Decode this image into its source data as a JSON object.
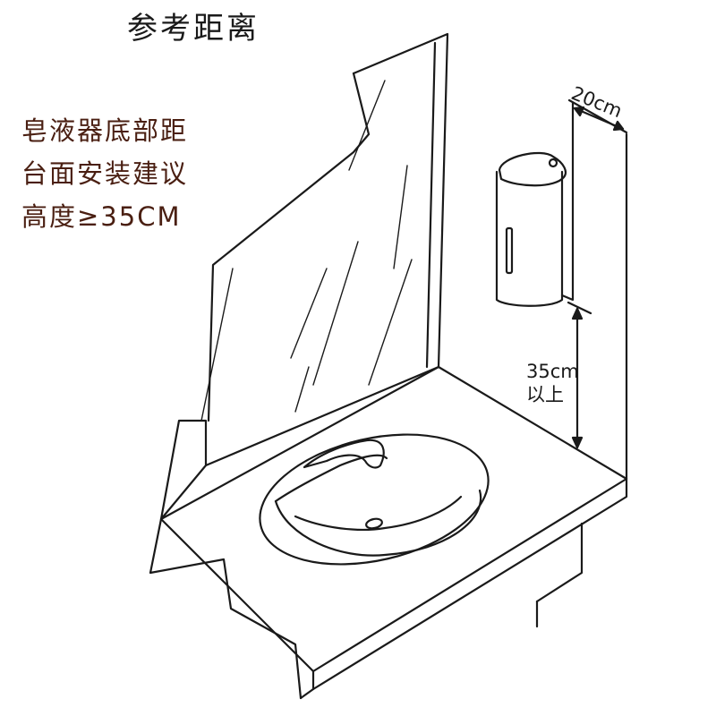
{
  "title": "参考距离",
  "note_lines": [
    "皂液器底部距",
    "台面安装建议",
    "高度≥35CM"
  ],
  "dimensions": {
    "width_label": "20cm",
    "height_label_line1": "35cm",
    "height_label_line2": "以上"
  },
  "colors": {
    "title": "#1a1a1a",
    "note_text": "#4a1f12",
    "line": "#1a1a1a"
  },
  "icons": [
    "soap-dispenser-icon",
    "sink-basin-icon",
    "mirror-icon"
  ]
}
